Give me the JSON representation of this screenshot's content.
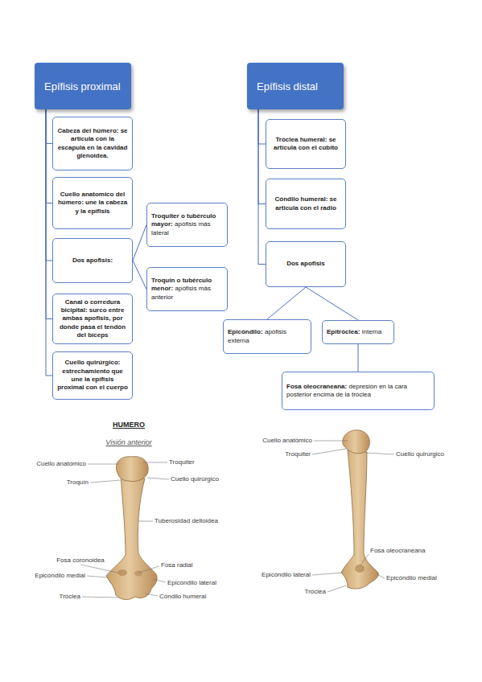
{
  "diagram": {
    "nodes": [
      {
        "text": [
          "Epífisis proximal"
        ]
      },
      {
        "text": [
          "Cabeza del húmero: se articula con la escapula en la cavidad glenoidea."
        ]
      },
      {
        "text": [
          "Cuello anatomico del húmero: une la cabeza y la epífisis"
        ]
      },
      {
        "text": [
          "Dos apofisis:"
        ]
      },
      {
        "text": [
          "Troquiter o tubérculo mayor:",
          "apófisis más lateral"
        ]
      },
      {
        "text": [
          "Troquin o tubérculo menor:",
          "apófisis más anterior"
        ]
      },
      {
        "text": [
          "Canal o corredura bicipital: surco entre ambas apofisis, por donde pasa el tendón del bíceps"
        ]
      },
      {
        "text": [
          "Cuello quirúrgico: estrechamiento que une la epífisis proximal con el cuerpo"
        ]
      },
      {
        "text": [
          "Epífisis distal"
        ]
      },
      {
        "text": [
          "Tróclea humeral: se articula con el cúbito"
        ]
      },
      {
        "text": [
          "Cóndilo humeral: se articula con el radio"
        ]
      },
      {
        "text": [
          "Dos apofisis"
        ]
      },
      {
        "text": [
          "Epicóndilo:",
          "apófisis externa"
        ]
      },
      {
        "text": [
          "Epitróclea:",
          "interna"
        ]
      },
      {
        "text": [
          "Fosa oleocraneana:",
          "depresión en la cara posterior encima de la tróclea"
        ]
      }
    ],
    "edges": [
      {
        "from": 0,
        "to": 1,
        "arrow": "none"
      },
      {
        "from": 0,
        "to": 2,
        "arrow": "none"
      },
      {
        "from": 0,
        "to": 3,
        "arrow": "none"
      },
      {
        "from": 0,
        "to": 6,
        "arrow": "none"
      },
      {
        "from": 0,
        "to": 7,
        "arrow": "none"
      },
      {
        "from": 3,
        "to": 4,
        "arrow": "none"
      },
      {
        "from": 3,
        "to": 5,
        "arrow": "none"
      },
      {
        "from": 8,
        "to": 9,
        "arrow": "none"
      },
      {
        "from": 8,
        "to": 10,
        "arrow": "none"
      },
      {
        "from": 8,
        "to": 11,
        "arrow": "none"
      },
      {
        "from": 11,
        "to": 12,
        "arrow": "none"
      },
      {
        "from": 11,
        "to": 13,
        "arrow": "none"
      },
      {
        "from": 13,
        "to": 14,
        "arrow": "none"
      }
    ],
    "labels": [
      "HUMERO",
      "Visión anterior",
      "Cuello anatómico",
      "Troquiter",
      "Troquín",
      "Cuello quirúrgico",
      "Tuberosidad deltoidea",
      "Fosa coronoidea",
      "Fosa radial",
      "Epicóndilo medial",
      "Epicóndilo lateral",
      "Tróclea",
      "Cóndilo humeral",
      "Cuello anatómico",
      "Troquiter",
      "Cuello quirúrgico",
      "Fosa oleocraneana",
      "Epicóndilo lateral",
      "Epicóndilo medial",
      "Tróclea"
    ]
  }
}
